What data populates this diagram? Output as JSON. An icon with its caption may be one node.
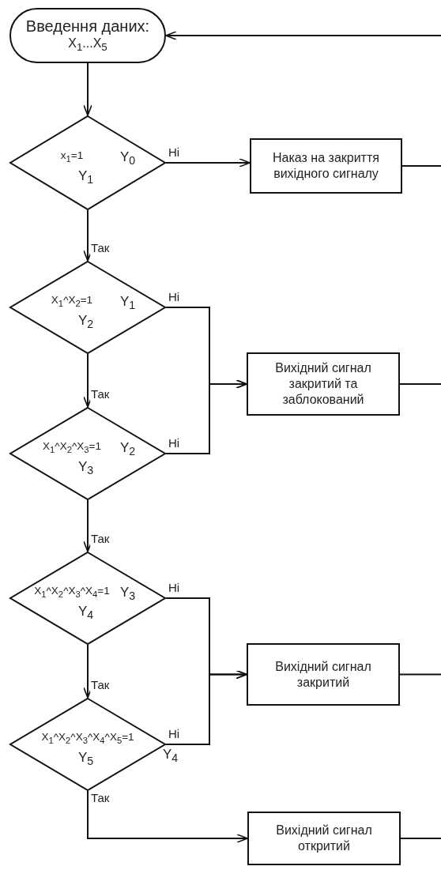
{
  "diagram": {
    "nodes": [
      {
        "text": [
          "Введення даних:",
          "X$_{1}$...X$_{5}$"
        ]
      },
      {
        "text": [
          "x$_{1}$=1",
          "Y$_{0}$",
          "Y$_{1}$"
        ]
      },
      {
        "text": [
          "Наказ на закриття вихідного сигналу"
        ]
      },
      {
        "text": [
          "X$_{1}$^X$_{2}$=1",
          "Y$_{1}$",
          "Y$_{2}$"
        ]
      },
      {
        "text": [
          "Вихідний сигнал закритий та заблокований"
        ]
      },
      {
        "text": [
          "X$_{1}$^X$_{2}$^X$_{3}$=1",
          "Y$_{2}$",
          "Y$_{3}$"
        ]
      },
      {
        "text": [
          "X$_{1}$^X$_{2}$^X$_{3}$^X$_{4}$=1",
          "Y$_{3}$",
          "Y$_{4}$"
        ]
      },
      {
        "text": [
          "Вихідний сигнал закритий"
        ]
      },
      {
        "text": [
          "X$_{1}$^X$_{2}$^X$_{3}$^X$_{4}$^X$_{5}$=1",
          "Y$_{5}$"
        ],
        "beside": [
          "Y$_{4}$"
        ]
      },
      {
        "text": [
          "Вихідний сигнал откритий"
        ]
      }
    ],
    "edges": [
      {
        "from": 0,
        "to": 1,
        "arrow": "to"
      },
      {
        "from": 1,
        "to": 2,
        "arrow": "to",
        "label": "Ні"
      },
      {
        "from": 1,
        "to": 3,
        "arrow": "to",
        "label": "Так"
      },
      {
        "from": 3,
        "to": 4,
        "arrow": "to",
        "label": "Ні"
      },
      {
        "from": 3,
        "to": 5,
        "arrow": "to",
        "label": "Так"
      },
      {
        "from": 5,
        "to": 4,
        "arrow": "to",
        "label": "Ні"
      },
      {
        "from": 5,
        "to": 6,
        "arrow": "to",
        "label": "Так"
      },
      {
        "from": 6,
        "to": 7,
        "arrow": "to",
        "label": "Ні"
      },
      {
        "from": 6,
        "to": 8,
        "arrow": "to",
        "label": "Так"
      },
      {
        "from": 8,
        "to": 7,
        "arrow": "to",
        "label": "Ні"
      },
      {
        "from": 8,
        "to": 9,
        "arrow": "to",
        "label": "Так"
      },
      {
        "from": 2,
        "to": null,
        "arrow": "none"
      },
      {
        "from": 4,
        "to": null,
        "arrow": "none"
      },
      {
        "from": 7,
        "to": null,
        "arrow": "none"
      },
      {
        "from": 9,
        "to": null,
        "arrow": "none"
      },
      {
        "from": null,
        "to": 0,
        "arrow": "to"
      }
    ]
  }
}
